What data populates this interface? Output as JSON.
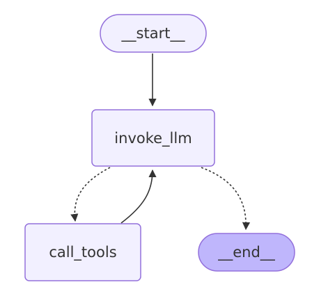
{
  "nodes": {
    "start": {
      "label": "__start__",
      "shape": "stadium",
      "fill": "#f2f0ff",
      "stroke": "#9370db"
    },
    "invoke_llm": {
      "label": "invoke_llm",
      "shape": "rounded-rect",
      "fill": "#f2f0ff",
      "stroke": "#9370db"
    },
    "call_tools": {
      "label": "call_tools",
      "shape": "rounded-rect",
      "fill": "#f2f0ff",
      "stroke": "#9370db"
    },
    "end": {
      "label": "__end__",
      "shape": "stadium",
      "fill": "#bfb6fc",
      "stroke": "#9370db"
    }
  },
  "edges": [
    {
      "from": "__start__",
      "to": "invoke_llm",
      "style": "solid"
    },
    {
      "from": "invoke_llm",
      "to": "call_tools",
      "style": "dotted"
    },
    {
      "from": "call_tools",
      "to": "invoke_llm",
      "style": "solid"
    },
    {
      "from": "invoke_llm",
      "to": "__end__",
      "style": "dotted"
    }
  ],
  "colors": {
    "edge": "#333333",
    "text": "#333333"
  }
}
